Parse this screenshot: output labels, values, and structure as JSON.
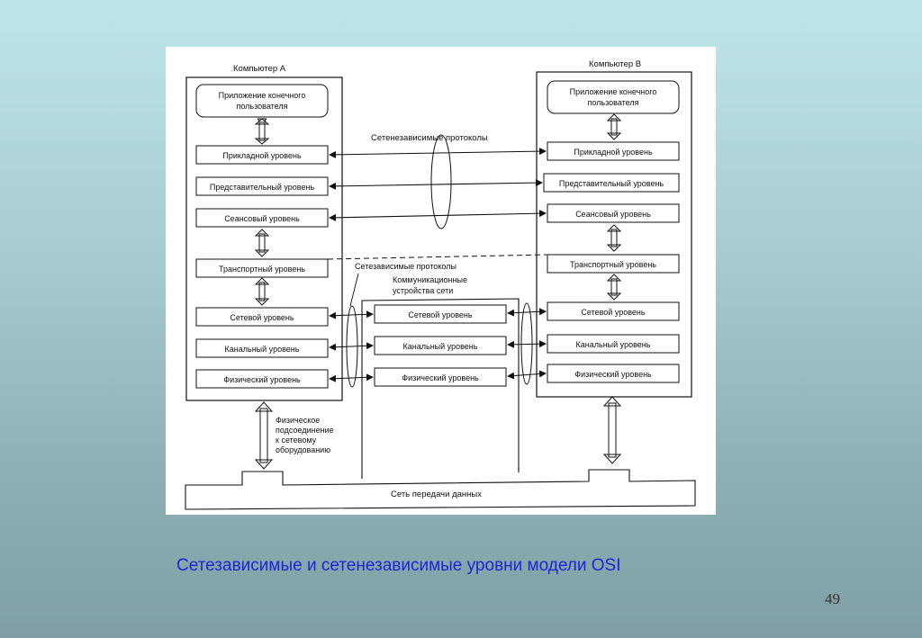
{
  "computer_a": {
    "title": "Компьютер А",
    "app": [
      "Приложение конечного",
      "пользователя"
    ],
    "layers": [
      "Прикладной уровень",
      "Представительный уровень",
      "Сеансовый уровень",
      "Транспортный уровень",
      "Сетевой уровень",
      "Канальный уровень",
      "Физический уровень"
    ]
  },
  "computer_b": {
    "title": "Компьютер В",
    "app": [
      "Приложение конечного",
      "пользователя"
    ],
    "layers": [
      "Прикладной уровень",
      "Представительный уровень",
      "Сеансовый уровень",
      "Транспортный уровень",
      "Сетевой уровень",
      "Канальный уровень",
      "Физический уровень"
    ]
  },
  "comm_device": {
    "title": [
      "Коммуникационные",
      "устройства сети"
    ],
    "layers": [
      "Сетевой уровень",
      "Канальный уровень",
      "Физический уровень"
    ]
  },
  "labels": {
    "independent_protocols": "Сетенезависимые протоколы",
    "dependent_protocols": "Сетезависимые протоколы",
    "physical_connection": [
      "Физическое",
      "подсоединение",
      "к сетевому",
      "оборудованию"
    ],
    "network": "Сеть передачи данных"
  },
  "caption": "Сетезависимые и сетенезависимые уровни модели OSI",
  "page_number": "49"
}
